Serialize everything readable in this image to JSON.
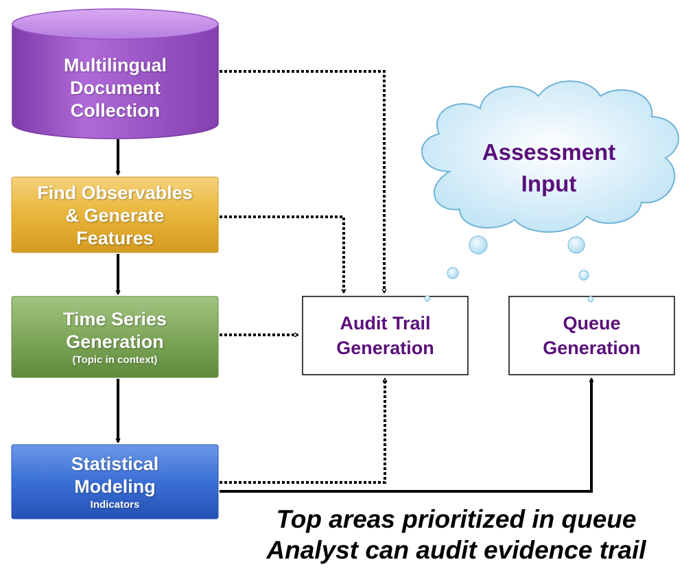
{
  "nodes": {
    "collection": {
      "line1": "Multilingual",
      "line2": "Document",
      "line3": "Collection"
    },
    "observables": {
      "line1": "Find Observables",
      "line2": "& Generate",
      "line3": "Features"
    },
    "timeseries": {
      "line1": "Time Series",
      "line2": "Generation",
      "line3": "(Topic in context)"
    },
    "modeling": {
      "line1": "Statistical",
      "line2": "Modeling",
      "line3": "Indicators"
    },
    "audit": {
      "line1": "Audit Trail",
      "line2": "Generation"
    },
    "queue": {
      "line1": "Queue",
      "line2": "Generation"
    },
    "assessment": {
      "line1": "Assessment",
      "line2": "Input"
    }
  },
  "caption": {
    "line1": "Top areas prioritized in queue",
    "line2": "Analyst can audit evidence trail"
  },
  "colors": {
    "collection": "#a25ad0",
    "observables": "#e6b43a",
    "timeseries": "#7fa75a",
    "modeling": "#3b6fd6",
    "label_text": "#5a0f7a",
    "cloud": "#cfeaf7"
  }
}
